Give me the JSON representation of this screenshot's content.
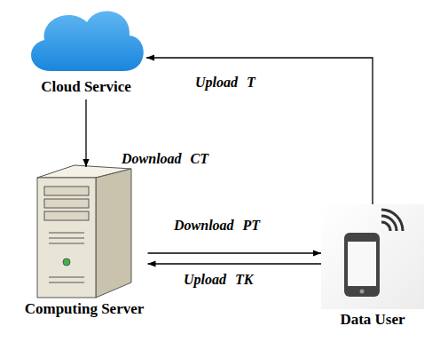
{
  "diagram": {
    "nodes": [
      {
        "text": [
          "Cloud Service"
        ]
      },
      {
        "text": [
          "Computing Server"
        ]
      },
      {
        "text": [
          "Data User"
        ]
      }
    ],
    "edges": [
      {
        "from": 2,
        "to": 0,
        "label": "Upload T",
        "arrow": "to"
      },
      {
        "from": 0,
        "to": 1,
        "label": "Download CT",
        "arrow": "to"
      },
      {
        "from": 1,
        "to": 2,
        "label": "Download PT",
        "arrow": "to"
      },
      {
        "from": 2,
        "to": 1,
        "label": "Upload TK",
        "arrow": "to"
      }
    ]
  }
}
